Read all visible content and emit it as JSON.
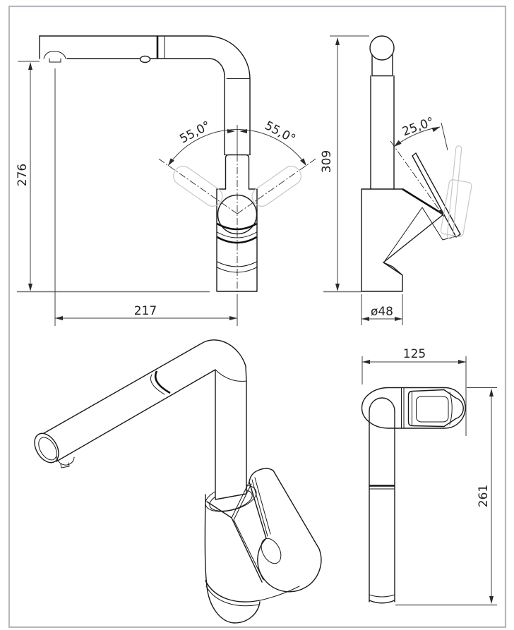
{
  "document": {
    "type": "technical-drawing",
    "subject": "pull-out kitchen faucet dimensional drawing"
  },
  "labels": {
    "front_height": "276",
    "front_reach": "217",
    "front_swivel_left": "55,0°",
    "front_swivel_right": "55,0°",
    "side_height": "309",
    "side_base_diameter": "ø48",
    "side_lever_angle": "25,0°",
    "plan_width": "125",
    "plan_depth": "261"
  },
  "colors": {
    "line": "#1a1a1a",
    "dimension": "#3c3c3c",
    "ghost": "#c7c7c7",
    "sheet_border": "#b5b8bd",
    "background": "#ffffff"
  }
}
